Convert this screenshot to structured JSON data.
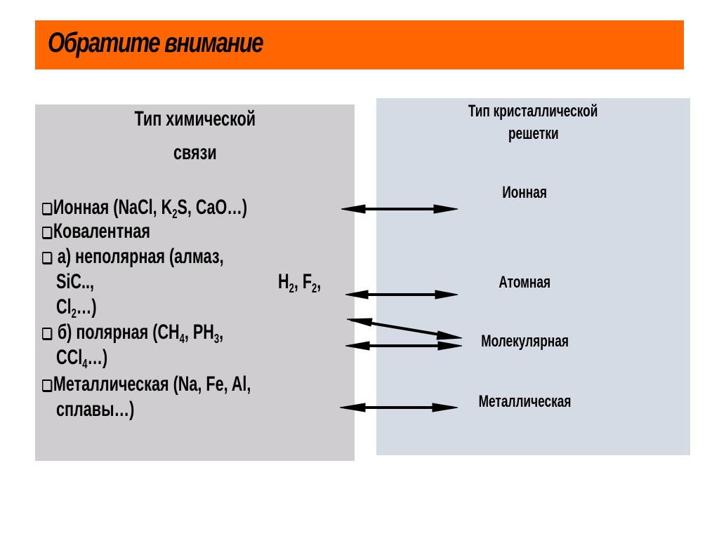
{
  "header": {
    "title": "Обратите внимание",
    "bg_color": "#ff6600"
  },
  "left_panel": {
    "title_line1": "Тип химической",
    "title_line2": "связи",
    "bg_color": "#cfcdcf",
    "items": [
      {
        "text_a": "Ионная (NaCl, K",
        "sub": "2",
        "text_b": "S, CaO…)"
      },
      {
        "text_a": "Ковалентная"
      },
      {
        "text_a": " а) неполярная (алмаз,"
      },
      {
        "text_a": "SiC..,",
        "text_h": "H",
        "sub_h": "2",
        "text_f": ", F",
        "sub_f": "2",
        "text_end": ","
      },
      {
        "text_a": "Cl",
        "sub": "2",
        "text_b": "…)"
      },
      {
        "text_a": " б) полярная (CH",
        "sub": "4",
        "text_b": ", PH",
        "sub2": "3",
        "text_c": ","
      },
      {
        "text_a": "CCl",
        "sub": "4",
        "text_b": "…)"
      },
      {
        "text_a": "Металлическая (Na, Fe, Al,"
      },
      {
        "text_a": "сплавы…)"
      }
    ]
  },
  "right_panel": {
    "title_line1": "Тип кристаллической",
    "title_line2": "решетки",
    "bg_color": "#d5dbe4",
    "labels": [
      "Ионная",
      "Атомная",
      "Молекулярная",
      "Металлическая"
    ]
  }
}
